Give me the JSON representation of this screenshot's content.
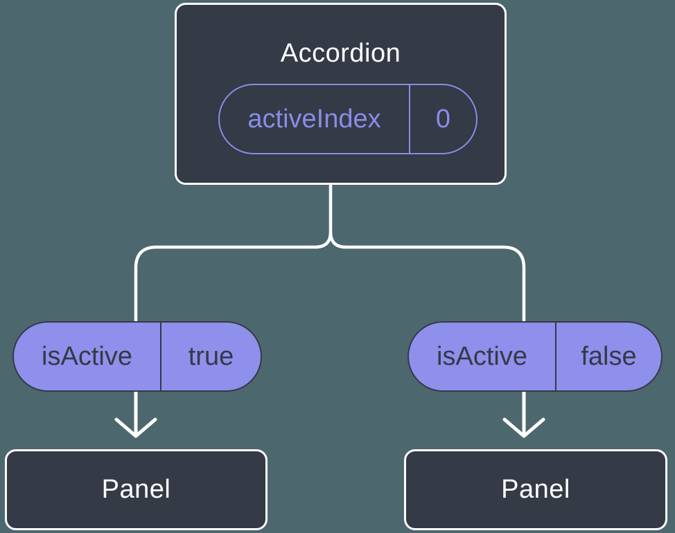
{
  "colors": {
    "background": "#4D676E",
    "node_fill": "#343A46",
    "node_border": "#FFFFFF",
    "connector": "#FFFFFF",
    "pill_fill": "#8F8FEC",
    "pill_outline": "#8A8CE8",
    "pill_dark_text": "#343A46"
  },
  "diagram": {
    "root": {
      "title": "Accordion",
      "prop": {
        "name": "activeIndex",
        "value": "0"
      }
    },
    "children": [
      {
        "prop": {
          "name": "isActive",
          "value": "true"
        },
        "title": "Panel"
      },
      {
        "prop": {
          "name": "isActive",
          "value": "false"
        },
        "title": "Panel"
      }
    ]
  }
}
